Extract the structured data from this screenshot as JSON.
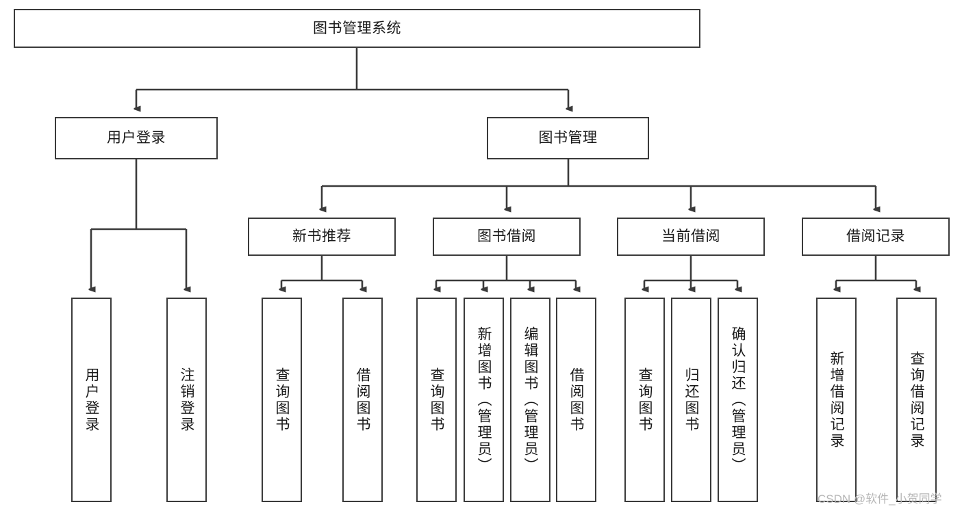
{
  "diagram": {
    "title": "图书管理系统",
    "type": "tree-hierarchy-diagram",
    "colors": {
      "box_border": "#3a3a3a",
      "box_fill": "#ffffff",
      "line": "#3a3a3a",
      "text": "#1a1a1a",
      "watermark": "#b7b7b7"
    },
    "root": {
      "label": "图书管理系统"
    },
    "level2": [
      {
        "label": "用户登录"
      },
      {
        "label": "图书管理"
      }
    ],
    "level3": [
      {
        "label": "新书推荐"
      },
      {
        "label": "图书借阅"
      },
      {
        "label": "当前借阅"
      },
      {
        "label": "借阅记录"
      }
    ],
    "leaves": {
      "user_login": [
        {
          "label": "用户登录"
        },
        {
          "label": "注销登录"
        }
      ],
      "new_book_recommend": [
        {
          "label": "查询图书"
        },
        {
          "label": "借阅图书"
        }
      ],
      "book_borrow": [
        {
          "label": "查询图书"
        },
        {
          "label": "新增图书（管理员）"
        },
        {
          "label": "编辑图书（管理员）"
        },
        {
          "label": "借阅图书"
        }
      ],
      "current_borrow": [
        {
          "label": "查询图书"
        },
        {
          "label": "归还图书"
        },
        {
          "label": "确认归还（管理员）"
        }
      ],
      "borrow_record": [
        {
          "label": "新增借阅记录"
        },
        {
          "label": "查询借阅记录"
        }
      ]
    }
  },
  "watermark": {
    "text": "CSDN @软件_小贺同学"
  }
}
